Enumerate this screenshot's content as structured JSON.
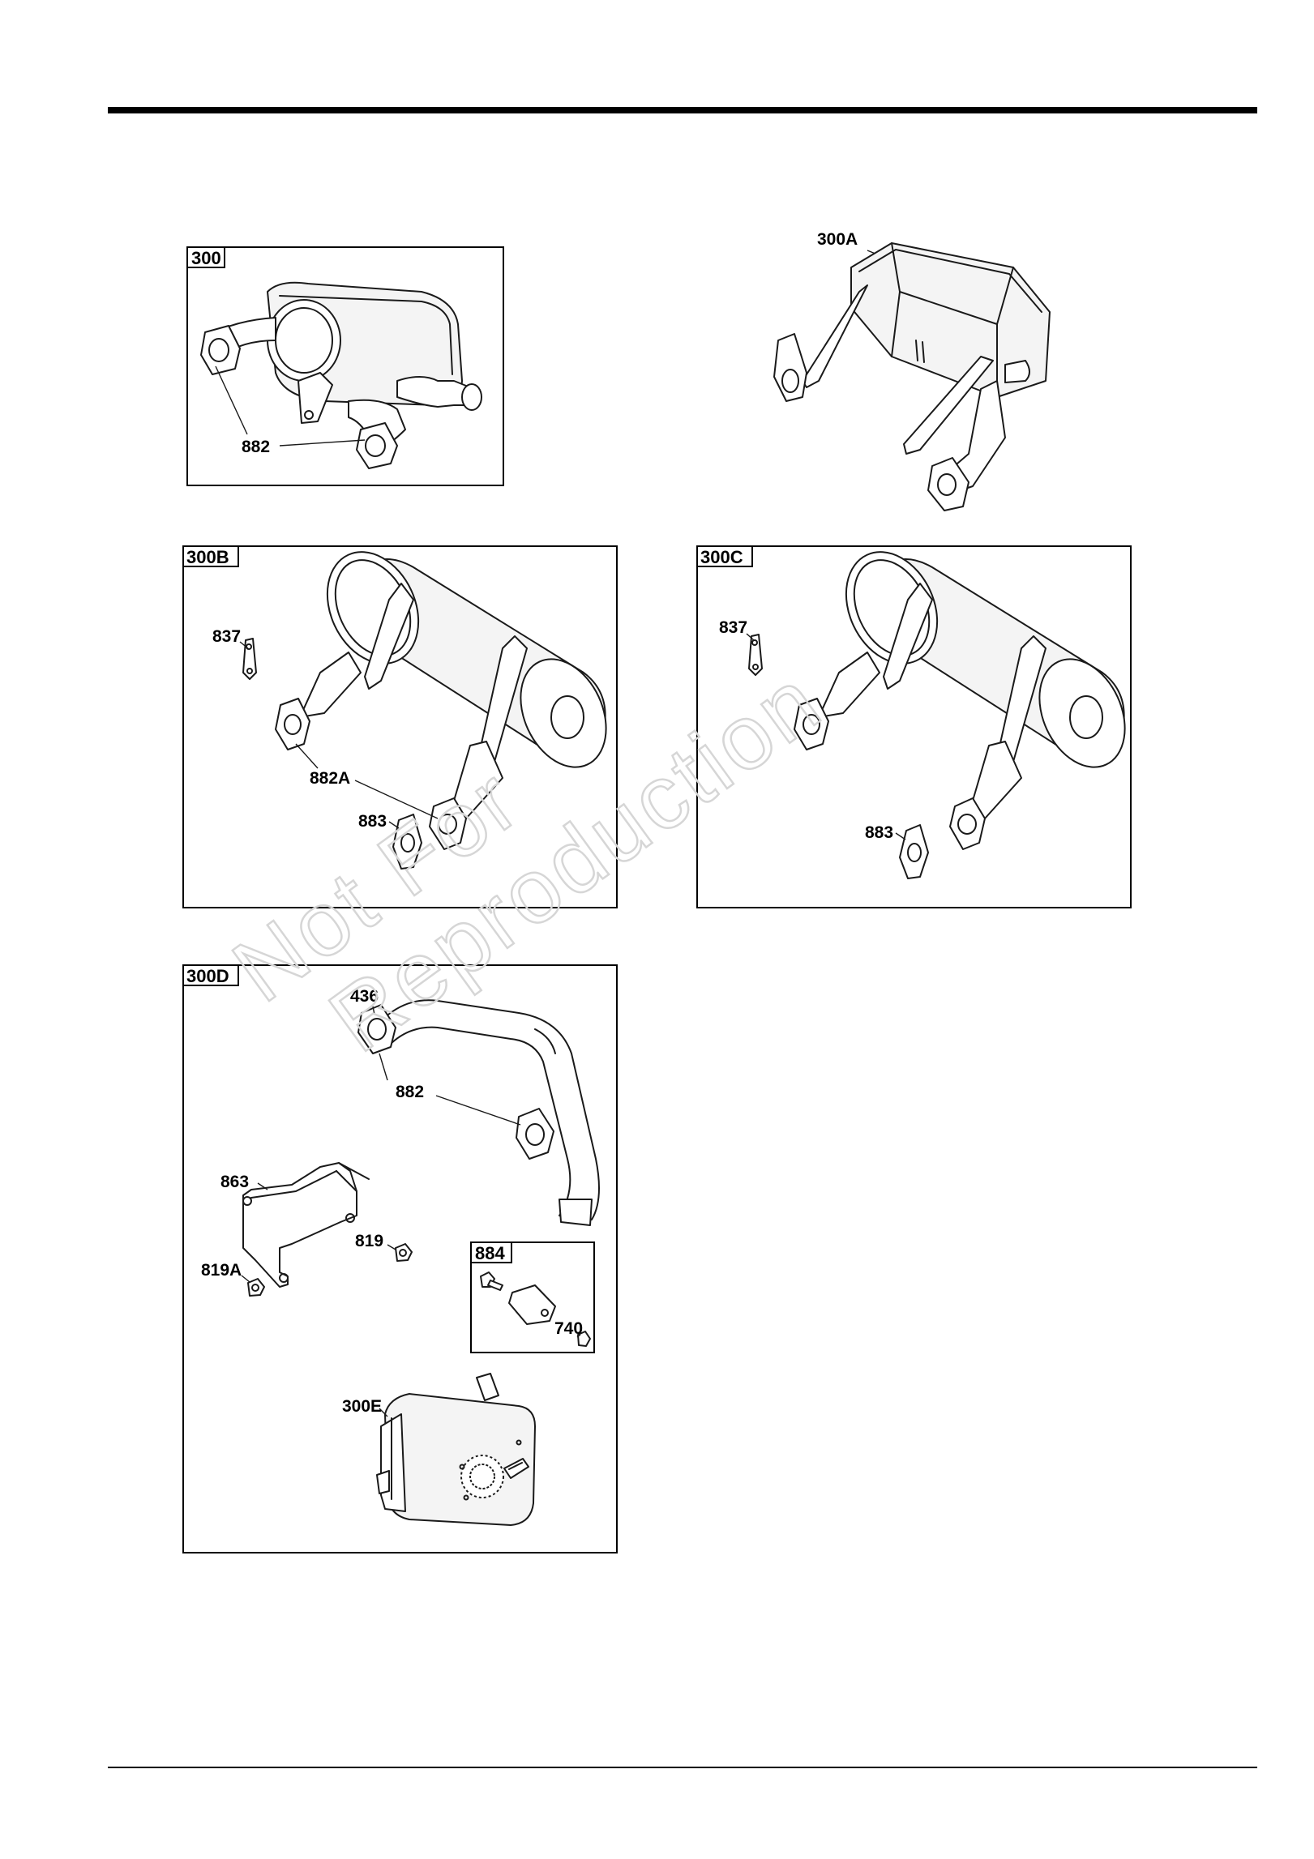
{
  "figure": {
    "watermark": [
      "Not For",
      "Reproduction"
    ],
    "panels": {
      "p300": {
        "tag": "300",
        "callouts": [
          "882"
        ]
      },
      "p300A": {
        "callouts": [
          "300A"
        ]
      },
      "p300B": {
        "tag": "300B",
        "callouts": [
          "837",
          "882A",
          "883"
        ]
      },
      "p300C": {
        "tag": "300C",
        "callouts": [
          "837",
          "883"
        ]
      },
      "p300D": {
        "tag": "300D",
        "callouts": [
          "436",
          "882",
          "863",
          "819",
          "819A",
          "300E"
        ]
      },
      "p884": {
        "tag": "884",
        "callouts": [
          "740"
        ]
      }
    }
  }
}
